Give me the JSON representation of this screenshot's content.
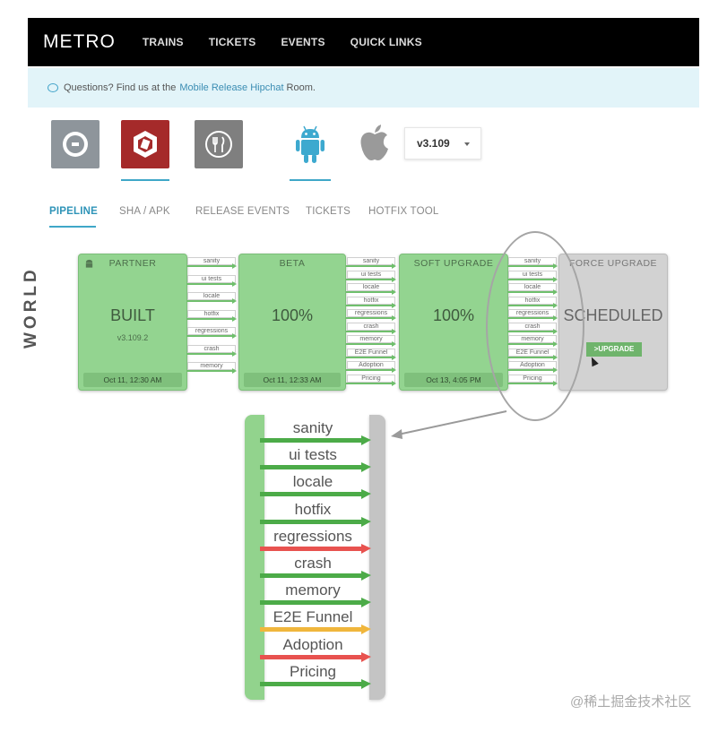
{
  "nav": {
    "brand": "METRO",
    "links": [
      "TRAINS",
      "TICKETS",
      "EVENTS",
      "QUICK LINKS"
    ]
  },
  "banner": {
    "prefix": "Questions? Find us at the",
    "link": "Mobile Release Hipchat",
    "suffix": "Room."
  },
  "apps": {
    "icons": [
      "uber-rider-app-icon",
      "uber-driver-app-icon",
      "uber-eats-app-icon"
    ],
    "platforms": [
      "android-icon",
      "apple-icon"
    ],
    "version": "v3.109"
  },
  "tabs": [
    "PIPELINE",
    "SHA / APK",
    "RELEASE EVENTS",
    "TICKETS",
    "HOTFIX TOOL"
  ],
  "world_label": "WORLD",
  "stages": [
    {
      "title": "PARTNER",
      "status": "BUILT",
      "sub": "v3.109.2",
      "date": "Oct 11, 12:30 AM"
    },
    {
      "title": "BETA",
      "status": "100%",
      "sub": "",
      "date": "Oct 11, 12:33 AM"
    },
    {
      "title": "SOFT UPGRADE",
      "status": "100%",
      "sub": "",
      "date": "Oct 13, 4:05 PM"
    },
    {
      "title": "FORCE UPGRADE",
      "status": "SCHEDULED",
      "button": ">UPGRADE"
    }
  ],
  "checks_1": [
    "sanity",
    "ui tests",
    "locale",
    "hotfix",
    "regressions",
    "crash",
    "memory"
  ],
  "checks_2": [
    "sanity",
    "ui tests",
    "locale",
    "hotfix",
    "regressions",
    "crash",
    "memory",
    "E2E Funnel",
    "Adoption",
    "Pricing"
  ],
  "checks_3": [
    "sanity",
    "ui tests",
    "locale",
    "hotfix",
    "regressions",
    "crash",
    "memory",
    "E2E Funnel",
    "Adoption",
    "Pricing"
  ],
  "zoom_checks": [
    {
      "label": "sanity",
      "status": "pass"
    },
    {
      "label": "ui tests",
      "status": "pass"
    },
    {
      "label": "locale",
      "status": "pass"
    },
    {
      "label": "hotfix",
      "status": "pass"
    },
    {
      "label": "regressions",
      "status": "fail"
    },
    {
      "label": "crash",
      "status": "pass"
    },
    {
      "label": "memory",
      "status": "pass"
    },
    {
      "label": "E2E Funnel",
      "status": "warn"
    },
    {
      "label": "Adoption",
      "status": "fail"
    },
    {
      "label": "Pricing",
      "status": "pass"
    }
  ],
  "colors": {
    "pass": "#4cab48",
    "fail": "#e8524f",
    "warn": "#f0b63c",
    "accent": "#3fa7c8"
  },
  "watermark": "@稀土掘金技术社区"
}
